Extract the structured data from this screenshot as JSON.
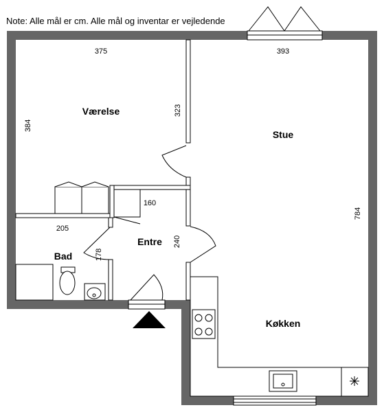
{
  "note": "Note: Alle mål er cm. Alle mål og inventar er vejledende",
  "rooms": {
    "bedroom": "Værelse",
    "living": "Stue",
    "hall": "Entre",
    "bath": "Bad",
    "kitchen": "Køkken"
  },
  "dimensions": {
    "bedroom_width": "375",
    "bedroom_height": "384",
    "bedroom_wall": "323",
    "living_width": "393",
    "living_height": "784",
    "hall_closet": "160",
    "hall_height": "240",
    "bath_width": "205",
    "bath_height": "178"
  },
  "colors": {
    "wall": "#666666",
    "line": "#000000",
    "entrance_arrow": "#000000"
  }
}
